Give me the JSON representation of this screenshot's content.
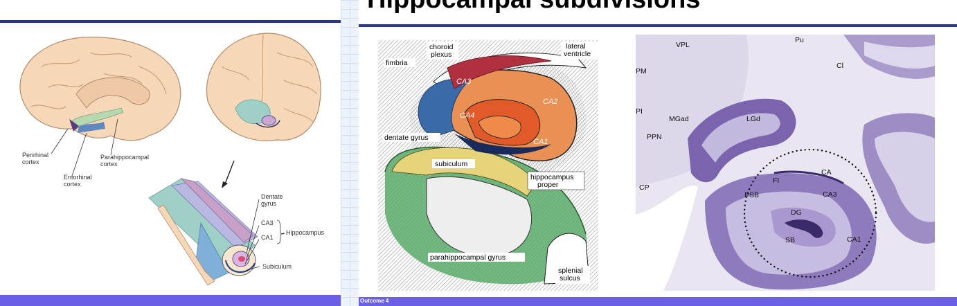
{
  "slide_left": {
    "labels": {
      "perirhinal": [
        "Perirhinal",
        "cortex"
      ],
      "entorhinal": [
        "Entorhinal",
        "cortex"
      ],
      "parahippocampal": [
        "Parahippocampal",
        "cortex"
      ],
      "dentate": [
        "Dentate",
        "gyrus"
      ],
      "ca3": "CA3",
      "ca1": "CA1",
      "hippocampus": "Hippocampus",
      "subiculum": "Subiculum"
    }
  },
  "slide_right": {
    "title": "Hippocampal subdivisions",
    "footer": "Outcome 4",
    "drawing_labels": {
      "choroid_plexus": [
        "choroid",
        "plexus"
      ],
      "fimbria": "fimbria",
      "lateral_ventricle": [
        "lateral",
        "ventricle"
      ],
      "ca3": "CA3",
      "ca2": "CA2",
      "ca4": "CA4",
      "ca1": "CA1",
      "dentate_gyrus": "dentate gyrus",
      "subiculum": "subiculum",
      "hippocampus_proper": [
        "hippocampus",
        "proper"
      ],
      "parahippocampal_gyrus": "parahippocampal gyrus",
      "splenial_sulcus": [
        "splenial",
        "sulcus"
      ]
    },
    "histology_labels": {
      "vpl": "VPL",
      "pu": "Pu",
      "cl": "Cl",
      "pm": "PM",
      "pi": "PI",
      "mgad": "MGad",
      "lgd": "LGd",
      "ppn": "PPN",
      "cp": "CP",
      "fi": "FI",
      "ca": "CA",
      "psb": "PSB",
      "ca3": "CA3",
      "dg": "DG",
      "sb": "SB",
      "ca1": "CA1"
    }
  },
  "colors": {
    "rule": "#2a3690",
    "footer": "#6b5fe6",
    "brain": "#f6d8b8",
    "nissl": "#8c7bb8"
  }
}
